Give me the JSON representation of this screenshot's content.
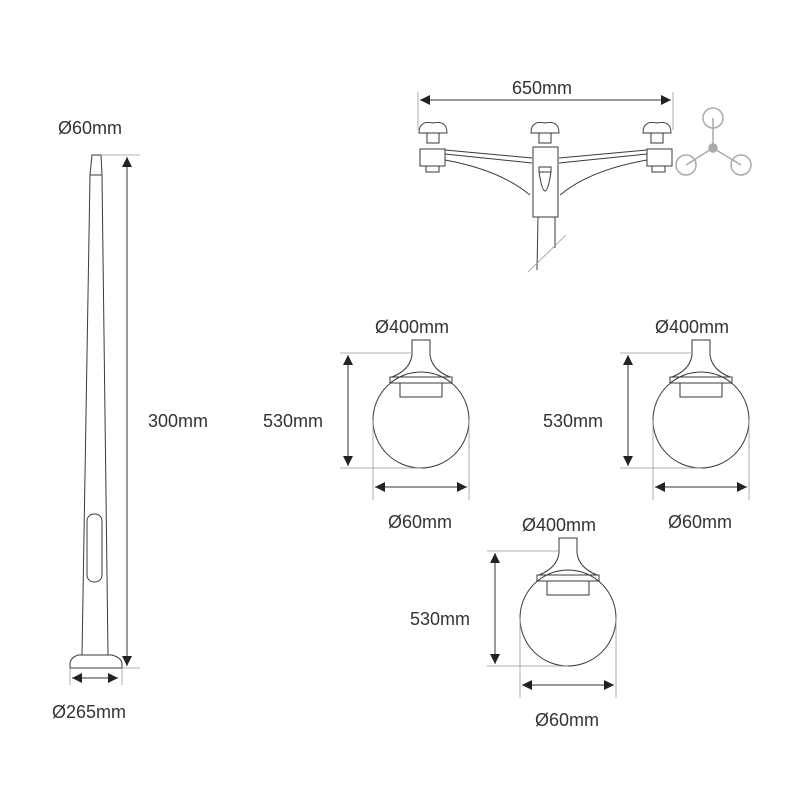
{
  "pole": {
    "top_diameter": "Ø60mm",
    "height": "300mm",
    "base_diameter": "Ø265mm"
  },
  "bracket": {
    "width": "650mm",
    "icon": "three-arm-layout-icon"
  },
  "lamps": [
    {
      "diameter": "Ø400mm",
      "height": "530mm",
      "neck_diameter": "Ø60mm"
    },
    {
      "diameter": "Ø400mm",
      "height": "530mm",
      "neck_diameter": "Ø60mm"
    },
    {
      "diameter": "Ø400mm",
      "height": "530mm",
      "neck_diameter": "Ø60mm"
    }
  ],
  "colors": {
    "line": "#3a3a3a",
    "icon": "#aaaaaa"
  }
}
